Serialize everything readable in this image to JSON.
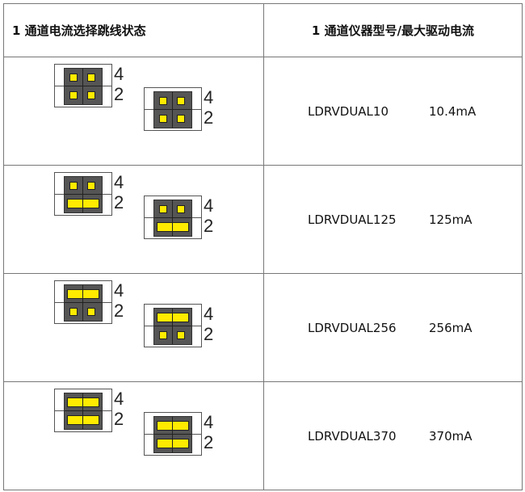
{
  "headers": [
    "1 通道电流选择跳线状态",
    "1 通道仪器型号/最大驱动电流"
  ],
  "pin_labels": [
    "4",
    "2"
  ],
  "colors": {
    "pin": "#ffeb00",
    "header": "#555555"
  },
  "rows": [
    {
      "jumpers": [
        "open",
        "open"
      ],
      "model": "LDRVDUAL10",
      "current": "10.4mA"
    },
    {
      "jumpers": [
        "open",
        "bridged"
      ],
      "model": "LDRVDUAL125",
      "current": "125mA"
    },
    {
      "jumpers": [
        "bridged",
        "open"
      ],
      "model": "LDRVDUAL256",
      "current": "256mA"
    },
    {
      "jumpers": [
        "bridged",
        "bridged"
      ],
      "model": "LDRVDUAL370",
      "current": "370mA"
    }
  ]
}
